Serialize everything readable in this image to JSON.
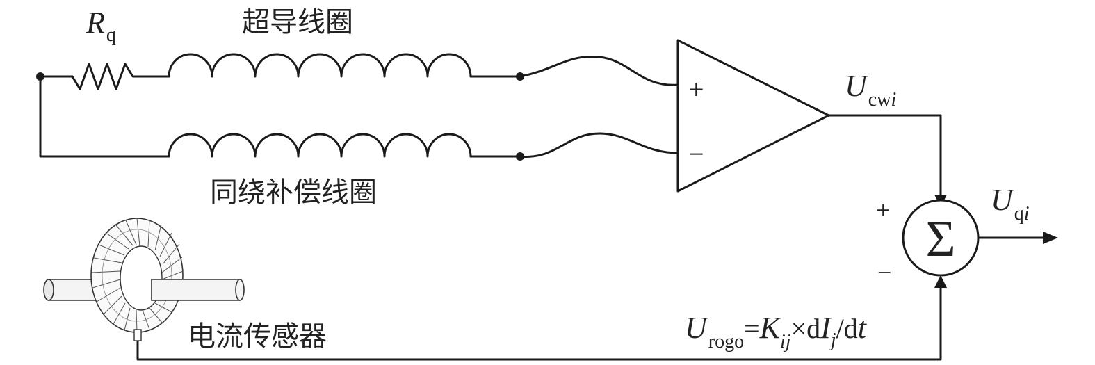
{
  "labels": {
    "resistor_R": "R",
    "resistor_sub": "q",
    "superconducting_coil": "超导线圈",
    "compensation_coil": "同绕补偿线圈",
    "current_sensor": "电流传感器",
    "amp_plus": "+",
    "amp_minus": "−",
    "u_cw": "U",
    "u_cw_sub": "cw",
    "u_cw_idx": "i",
    "sum_plus": "+",
    "sum_minus": "−",
    "sigma": "Σ",
    "u_q": "U",
    "u_q_sub": "q",
    "u_q_idx": "i",
    "u_rogo": "U",
    "u_rogo_sub": "rogo",
    "u_rogo_eq": "=",
    "k": "K",
    "k_sub": "ij",
    "times_d": "×d",
    "i": "I",
    "i_sub": "j",
    "slash_d": "/d",
    "t": "t"
  }
}
